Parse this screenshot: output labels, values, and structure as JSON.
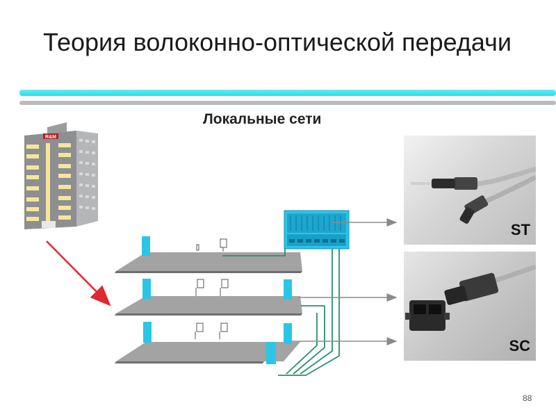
{
  "slide": {
    "title": "Теория волоконно-оптической передачи",
    "subtitle": "Локальные сети",
    "page_number": "88"
  },
  "building": {
    "sign": "R&M"
  },
  "connectors": [
    {
      "label": "ST"
    },
    {
      "label": "SC"
    }
  ],
  "colors": {
    "accent_cyan": "#2fd8e6",
    "fiber_green": "#2a8f6a",
    "arrow_red": "#e0282e",
    "floor_gray": "#9a9a9a"
  }
}
